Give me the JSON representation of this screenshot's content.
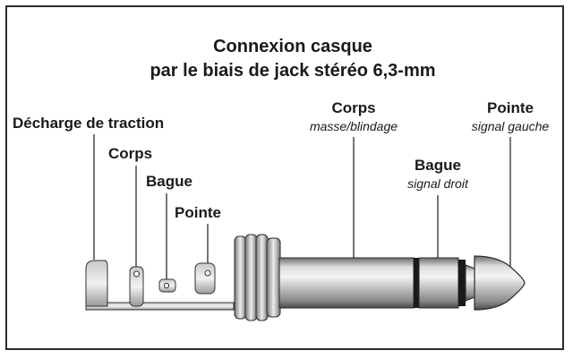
{
  "title": {
    "line1": "Connexion casque",
    "line2": "par le biais de jack stéréo 6,3-mm"
  },
  "left_labels": {
    "strain_relief": "Décharge de traction",
    "body": "Corps",
    "ring": "Bague",
    "tip": "Pointe"
  },
  "right_labels": {
    "body": {
      "name": "Corps",
      "desc": "masse/blindage"
    },
    "ring": {
      "name": "Bague",
      "desc": "signal droit"
    },
    "tip": {
      "name": "Pointe",
      "desc": "signal gauche"
    }
  }
}
